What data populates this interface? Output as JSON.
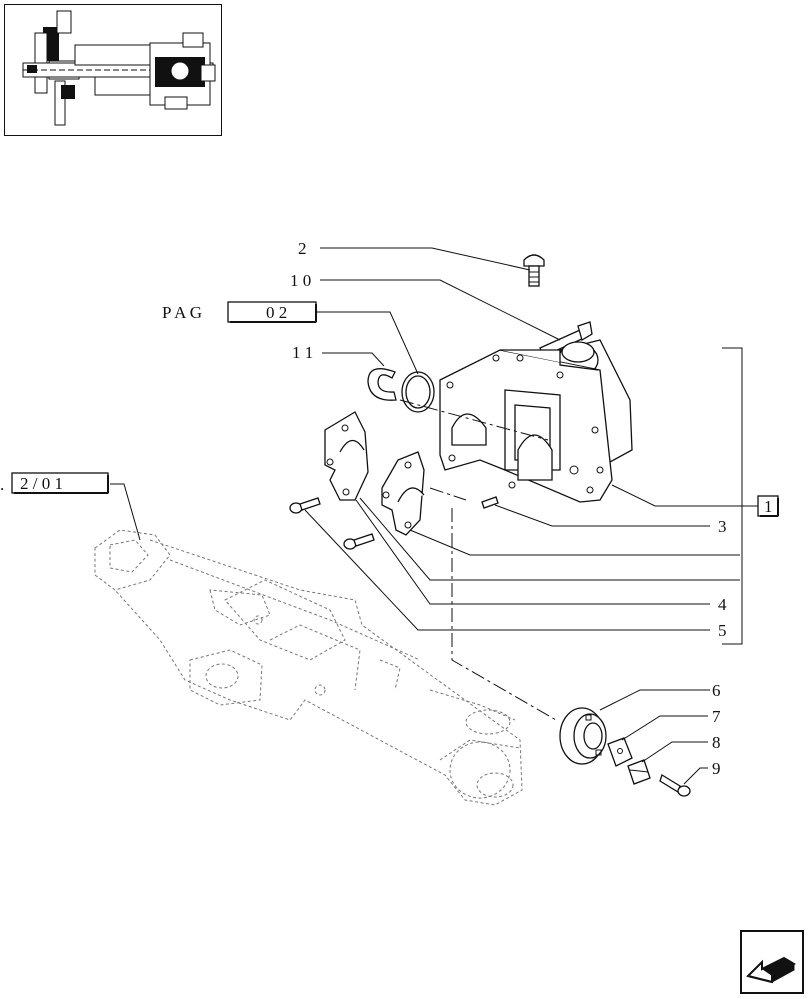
{
  "callouts": {
    "c2": "2",
    "c10": "1 0",
    "c11": "1 1",
    "c3": "3",
    "c4": "4",
    "c5": "5",
    "c6": "6",
    "c7": "7",
    "c8": "8",
    "c9": "9"
  },
  "ref_box_page": {
    "prefix": "P A G",
    "value": "0 2"
  },
  "ref_box_assembly": "1",
  "ref_box_axle": {
    "prefix": ".",
    "value": "2 / 0 1"
  },
  "icons": {
    "thumbnail": "axle-overview-thumbnail",
    "nav": "previous-page-arrow-icon"
  }
}
